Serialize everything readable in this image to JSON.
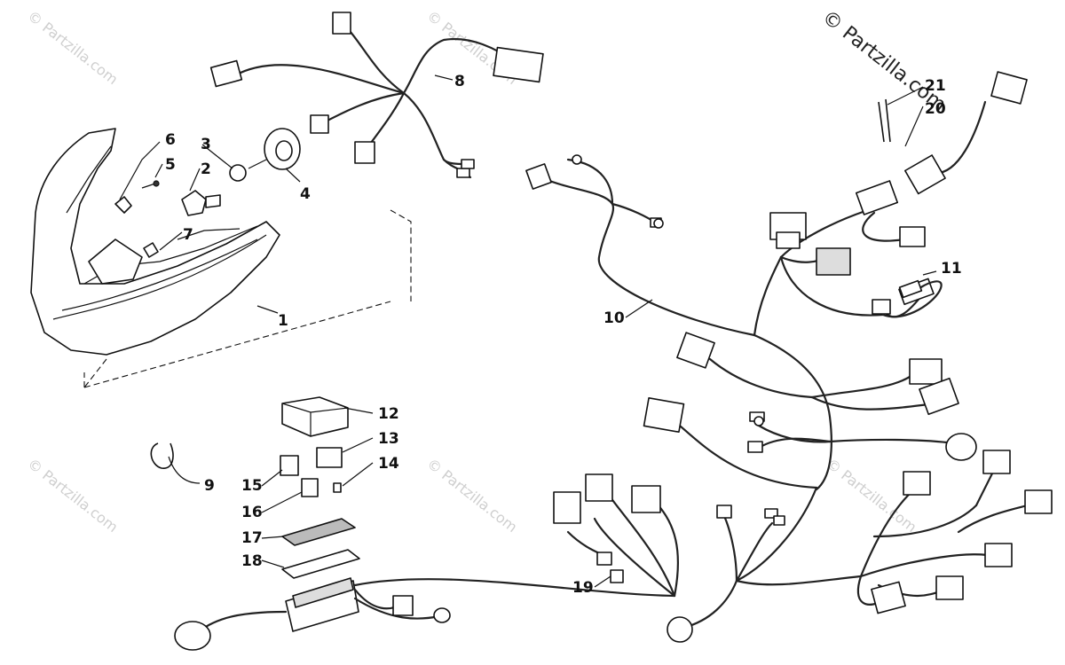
{
  "watermarks": {
    "copyright_main": "© Partzilla.com",
    "copyright_faint": "© Partzilla.com"
  },
  "callouts": [
    "1",
    "2",
    "3",
    "4",
    "5",
    "6",
    "7",
    "8",
    "9",
    "10",
    "11",
    "12",
    "13",
    "14",
    "15",
    "16",
    "17",
    "18",
    "19",
    "20",
    "21"
  ]
}
